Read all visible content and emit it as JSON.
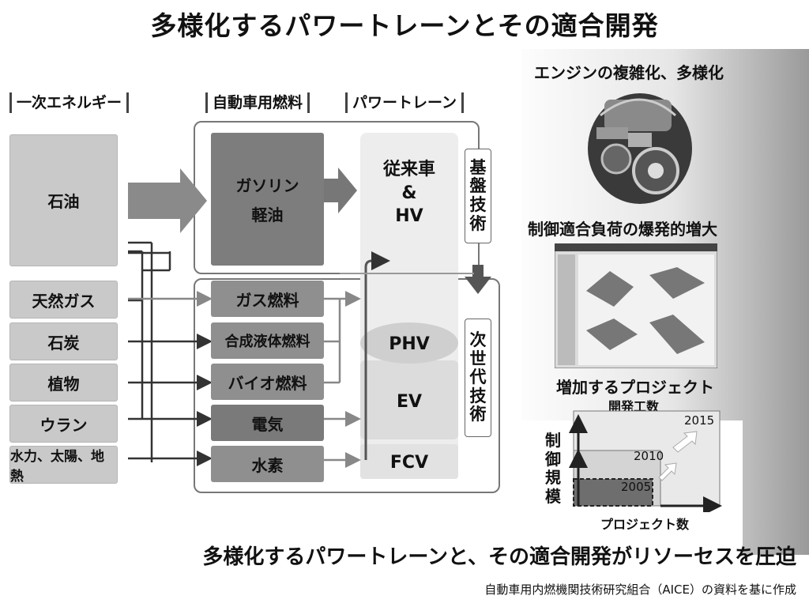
{
  "title": "多様化するパワートレーンとその適合開発",
  "headers": {
    "primary": "一次エネルギー",
    "fuel": "自動車用燃料",
    "powertrain": "パワートレーン"
  },
  "primary_energy": [
    "石油",
    "天然ガス",
    "石炭",
    "植物",
    "ウラン",
    "水力、太陽、地熱"
  ],
  "fuels": {
    "gasoline_line1": "ガソリン",
    "gasoline_line2": "軽油",
    "gas": "ガス燃料",
    "gtl": "合成液体燃料",
    "bio": "バイオ燃料",
    "electric": "電気",
    "hydrogen": "水素"
  },
  "powertrains": {
    "conv_line1": "従来車",
    "conv_line2": "&",
    "conv_line3": "HV",
    "phv": "PHV",
    "ev": "EV",
    "fcv": "FCV"
  },
  "tech": {
    "base": [
      "基",
      "盤",
      "技",
      "術"
    ],
    "next": [
      "次",
      "世",
      "代",
      "技",
      "術"
    ]
  },
  "right": {
    "engine_caption": "エンジンの複雑化、多様化",
    "calib_caption": "制御適合負荷の爆発的増大",
    "project_caption": "増加するプロジェクト"
  },
  "project_chart": {
    "ylabel_top": "開発工数",
    "ylabel_side": [
      "制",
      "御",
      "規",
      "模"
    ],
    "xlabel": "プロジェクト数",
    "years": [
      "2005",
      "2010",
      "2015"
    ]
  },
  "bottom_caption": "多様化するパワートレーンと、その適合開発がリソーセスを圧迫",
  "credit": "自動車用内燃機関技術研究組合（AICE）の資料を基に作成"
}
